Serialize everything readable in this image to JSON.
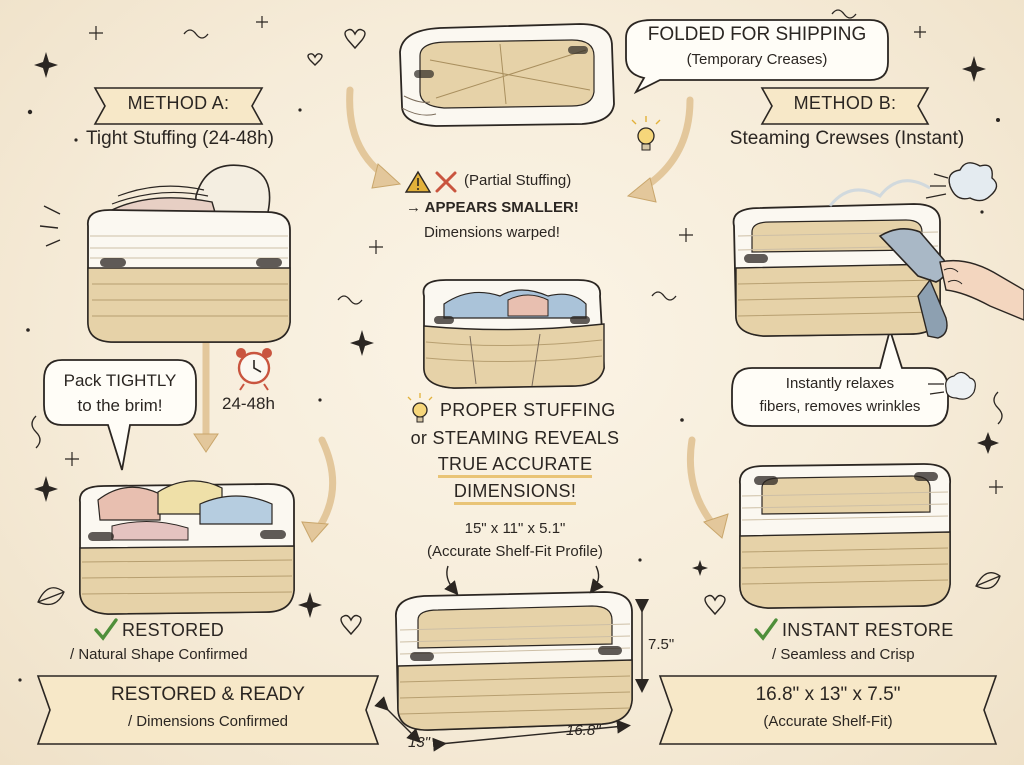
{
  "method_a": {
    "tag": "METHOD A:",
    "title": "Tight Stuffing (24-48h)"
  },
  "method_b": {
    "tag": "METHOD B:",
    "title": "Steaming Crewses (Instant)"
  },
  "folded": {
    "line1": "FOLDED FOR SHIPPING",
    "line2": "(Temporary Creases)"
  },
  "partial": {
    "line1": "(Partial Stuffing)",
    "line2": "→ APPEARS SMALLER!",
    "line3": "Dimensions warped!"
  },
  "pack_bubble": {
    "line1": "Pack TIGHTLY",
    "line2": "to the brim!"
  },
  "timer": {
    "label": "24-48h"
  },
  "steam_bubble": {
    "line1": "Instantly relaxes",
    "line2": "fibers, removes wrinkles"
  },
  "proper": {
    "line1": "PROPER STUFFING",
    "line2": "or STEAMING REVEALS",
    "line3": "TRUE ACCURATE",
    "line4": "DIMENSIONS!"
  },
  "center_dims": {
    "size": "15\" x 11\" x 5.1\"",
    "profile": "(Accurate Shelf-Fit Profile)"
  },
  "restored": {
    "title": "RESTORED",
    "sub": "/ Natural Shape Confirmed"
  },
  "instant": {
    "title": "INSTANT RESTORE",
    "sub": "/ Seamless and Crisp"
  },
  "banner_left": {
    "title": "RESTORED & READY",
    "sub": "/ Dimensions Confirmed"
  },
  "banner_right": {
    "title": "16.8\" x 13\" x 7.5\"",
    "sub": "(Accurate Shelf-Fit)"
  },
  "dims": {
    "height": "7.5\"",
    "depth": "13\"",
    "width": "16.8\""
  },
  "colors": {
    "ink": "#2b2622",
    "paper": "#f6ecd9",
    "jute": "#e6d2a8",
    "cotton": "#fbf8f1",
    "banner": "#f7e8c8",
    "check": "#4f8f3a",
    "warn": "#e2b13a",
    "cross": "#c9553f",
    "arrow": "#e3c79b"
  }
}
